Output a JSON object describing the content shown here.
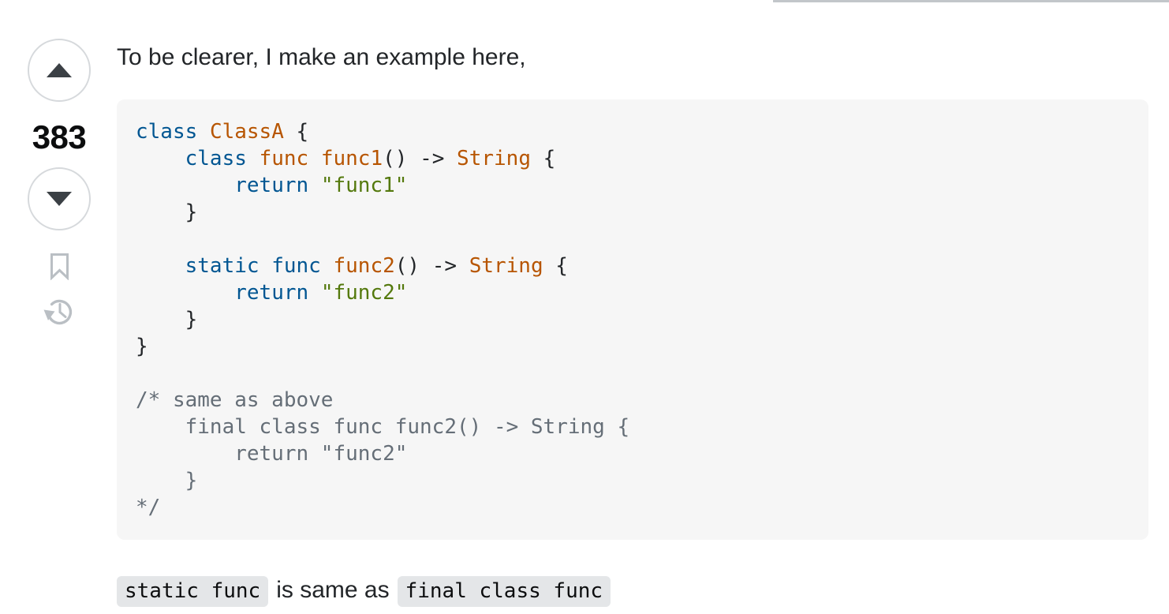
{
  "answer": {
    "vote_count": "383",
    "intro_text": "To be clearer, I make an example here,",
    "outro": {
      "inline_code_1": "static func",
      "text_between": "is same as",
      "inline_code_2": "final class func"
    }
  },
  "icons": {
    "upvote": "triangle-up-icon",
    "downvote": "triangle-down-icon",
    "bookmark": "bookmark-icon",
    "history": "history-icon"
  },
  "code": {
    "language": "swift",
    "lines": [
      [
        [
          "k",
          "class"
        ],
        [
          "p",
          " "
        ],
        [
          "t",
          "ClassA"
        ],
        [
          "p",
          " {"
        ]
      ],
      [
        [
          "p",
          "    "
        ],
        [
          "k",
          "class"
        ],
        [
          "p",
          " "
        ],
        [
          "t",
          "func"
        ],
        [
          "p",
          " "
        ],
        [
          "t",
          "func1"
        ],
        [
          "p",
          "() -> "
        ],
        [
          "t",
          "String"
        ],
        [
          "p",
          " {"
        ]
      ],
      [
        [
          "p",
          "        "
        ],
        [
          "k",
          "return"
        ],
        [
          "p",
          " "
        ],
        [
          "s",
          "\"func1\""
        ]
      ],
      [
        [
          "p",
          "    }"
        ]
      ],
      [],
      [
        [
          "p",
          "    "
        ],
        [
          "k",
          "static"
        ],
        [
          "p",
          " "
        ],
        [
          "k",
          "func"
        ],
        [
          "p",
          " "
        ],
        [
          "t",
          "func2"
        ],
        [
          "p",
          "() -> "
        ],
        [
          "t",
          "String"
        ],
        [
          "p",
          " {"
        ]
      ],
      [
        [
          "p",
          "        "
        ],
        [
          "k",
          "return"
        ],
        [
          "p",
          " "
        ],
        [
          "s",
          "\"func2\""
        ]
      ],
      [
        [
          "p",
          "    }"
        ]
      ],
      [
        [
          "p",
          "}"
        ]
      ],
      [],
      [
        [
          "c",
          "/* same as above"
        ]
      ],
      [
        [
          "c",
          "    final class func func2() -> String {"
        ]
      ],
      [
        [
          "c",
          "        return \"func2\""
        ]
      ],
      [
        [
          "c",
          "    }"
        ]
      ],
      [
        [
          "c",
          "*/"
        ]
      ]
    ]
  },
  "colors": {
    "keyword": "#015692",
    "title": "#b75501",
    "string": "#54790d",
    "comment": "#656e77",
    "plain": "#232629",
    "code_bg": "#f6f6f6",
    "inline_code_bg": "#e4e6e8",
    "vote_arrow": "#3b4045",
    "icon_gray": "#babfc4",
    "circle_border": "#d6d9dc"
  }
}
